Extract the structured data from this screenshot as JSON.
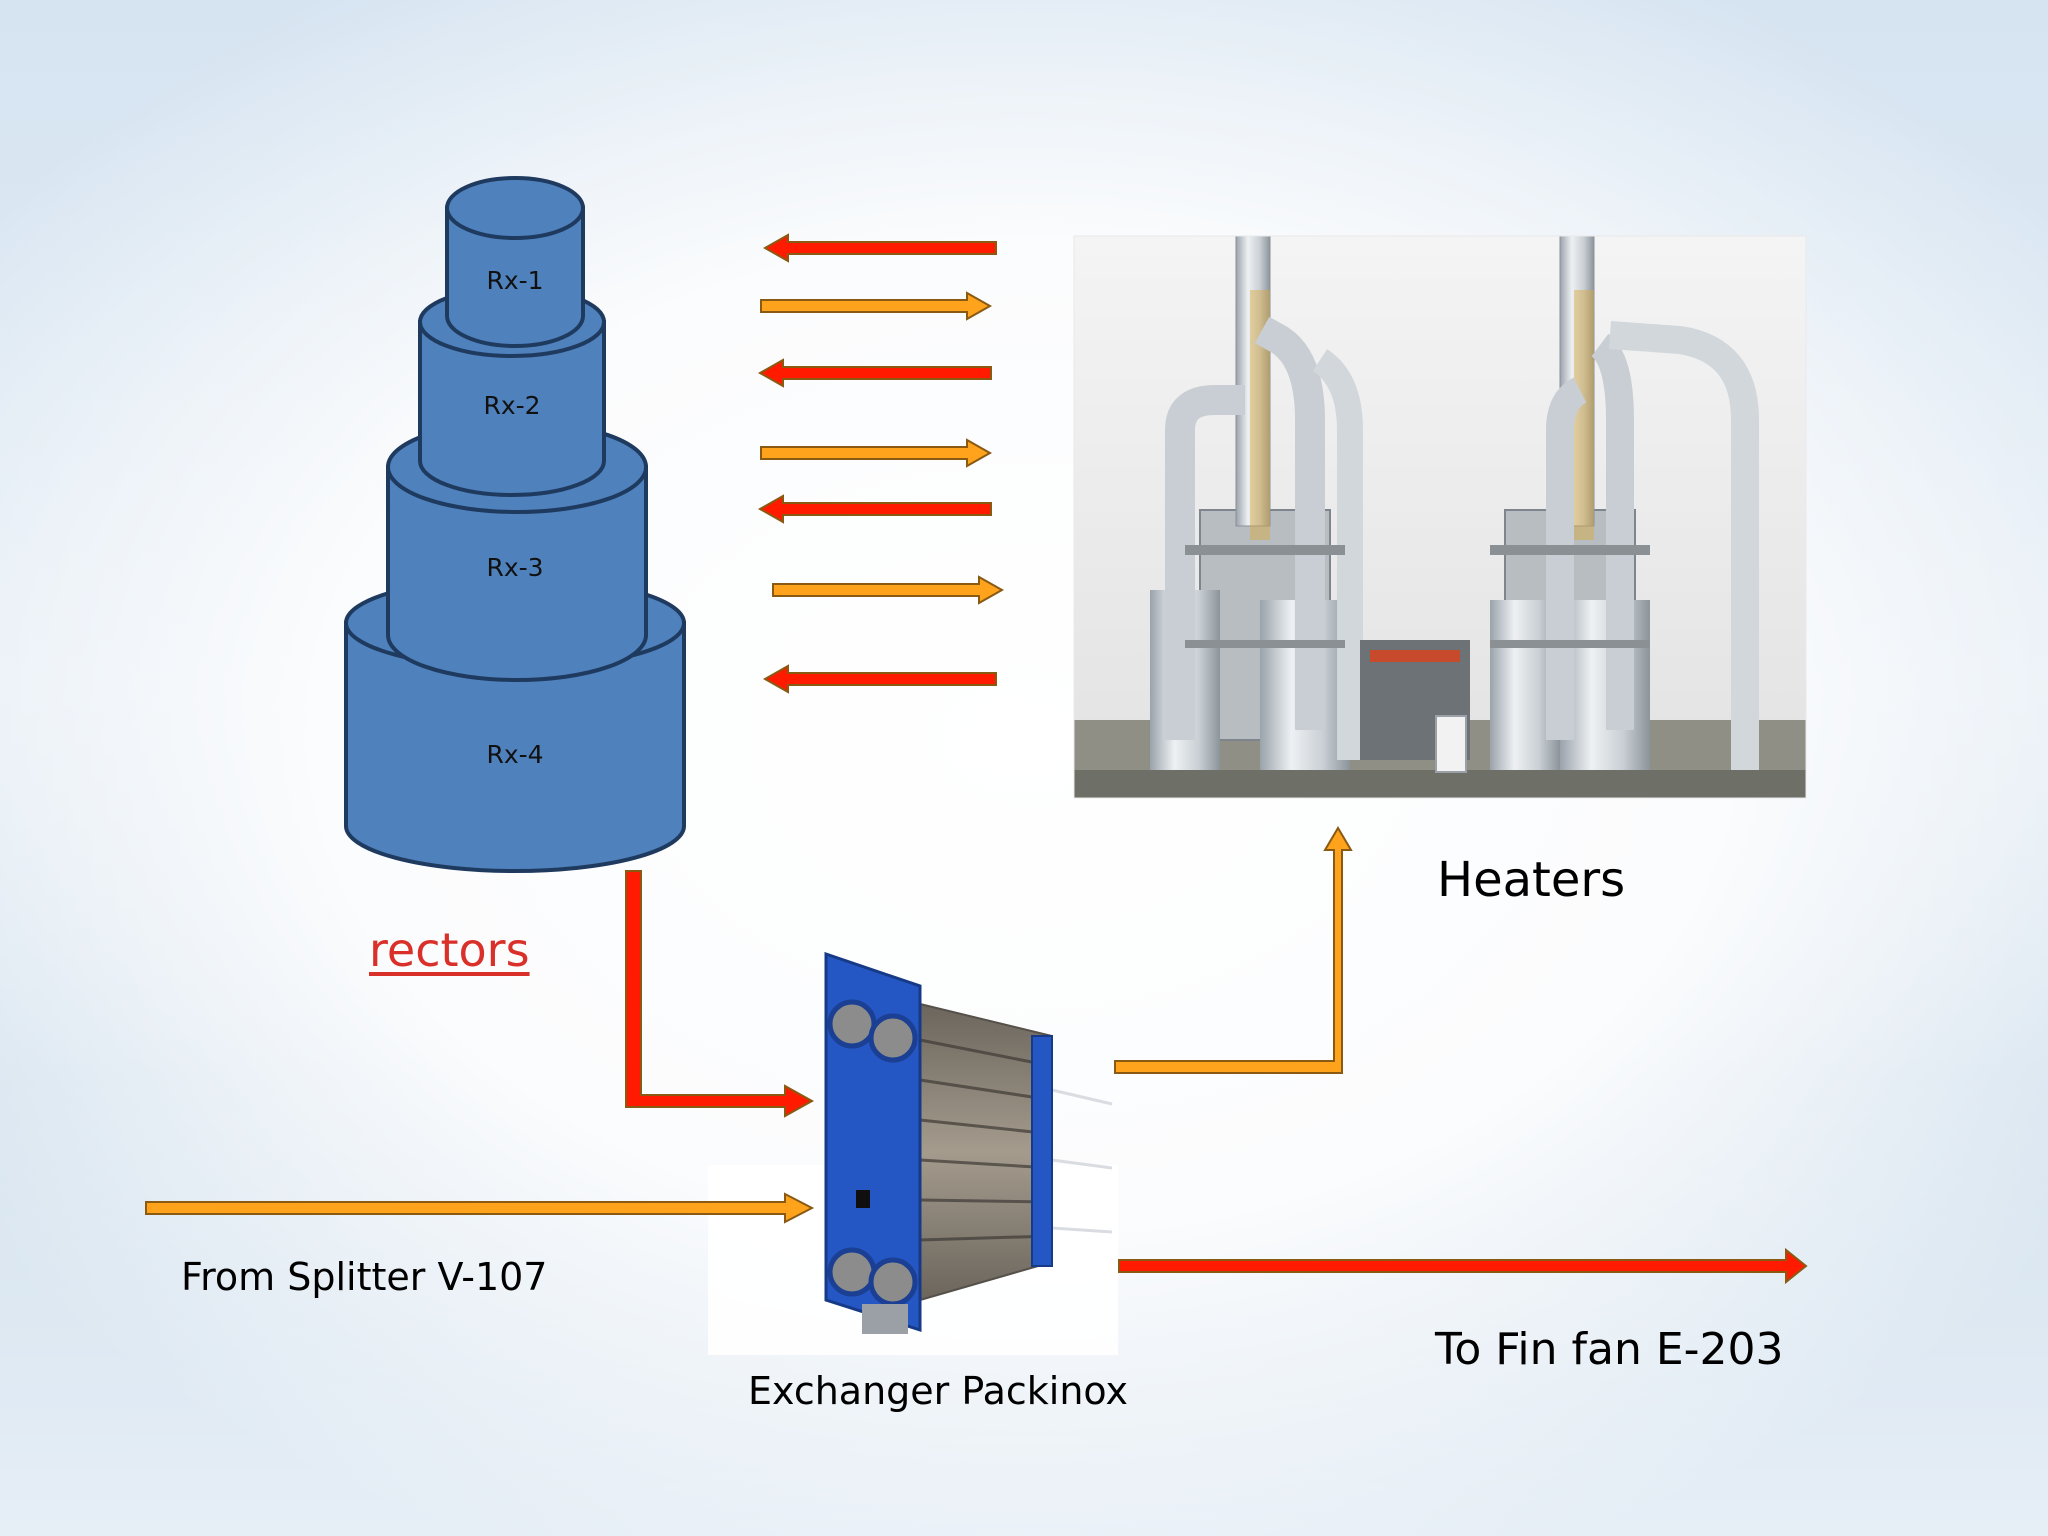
{
  "reactors": {
    "title": "rectors",
    "stages": [
      {
        "label": "Rx-1"
      },
      {
        "label": "Rx-2"
      },
      {
        "label": "Rx-3"
      },
      {
        "label": "Rx-4"
      }
    ]
  },
  "heaters": {
    "label": "Heaters",
    "image": "furnace-towers-photo"
  },
  "exchanger": {
    "label": "Exchanger Packinox",
    "image": "plate-heat-exchanger-photo"
  },
  "streams": {
    "inlet_label": "From Splitter V-107",
    "outlet_label": "To Fin fan E-203"
  },
  "colors": {
    "reactor_fill": "#4f81bd",
    "reactor_stroke": "#1f3a5f",
    "hot_stream": "#ff1a00",
    "cold_stream": "#ffa21c",
    "arrow_outline": "#8a5a12",
    "exchanger_frame": "#2456c4"
  },
  "arrows_between_reactors_and_heaters": [
    {
      "direction": "left",
      "stream": "hot"
    },
    {
      "direction": "right",
      "stream": "cold"
    },
    {
      "direction": "left",
      "stream": "hot"
    },
    {
      "direction": "right",
      "stream": "cold"
    },
    {
      "direction": "left",
      "stream": "hot"
    },
    {
      "direction": "right",
      "stream": "cold"
    },
    {
      "direction": "left",
      "stream": "hot"
    }
  ]
}
